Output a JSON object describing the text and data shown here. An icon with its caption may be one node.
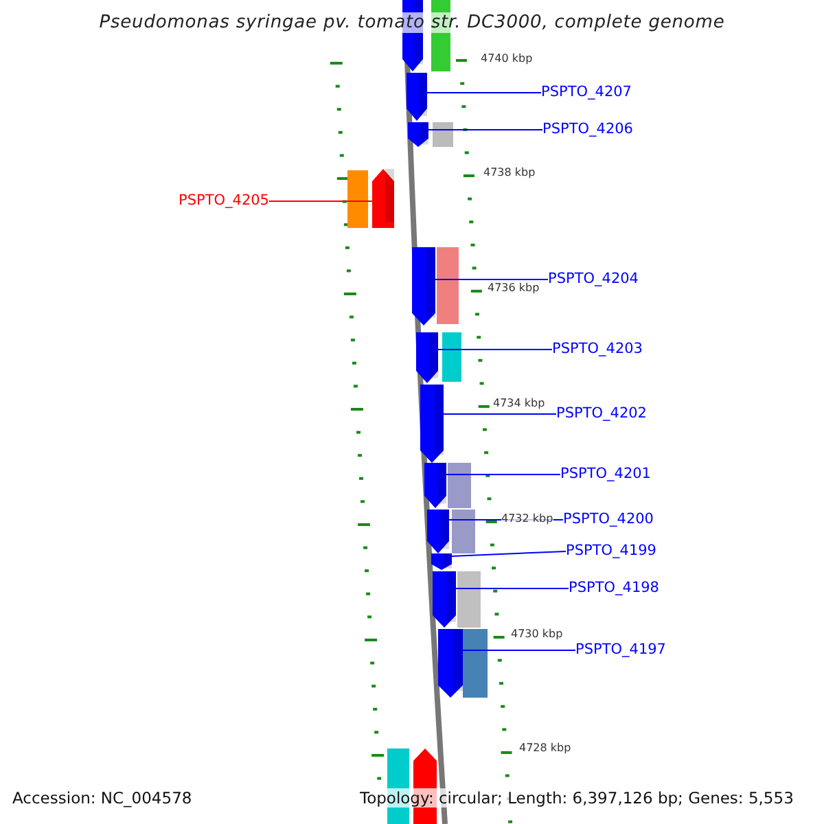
{
  "diagram": {
    "title": "Pseudomonas syringae pv. tomato str. DC3000, complete genome",
    "nodes": [
      {
        "text": [
          "PSPTO_4207"
        ]
      },
      {
        "text": [
          "PSPTO_4206"
        ]
      },
      {
        "text": [
          "PSPTO_4205"
        ]
      },
      {
        "text": [
          "PSPTO_4204"
        ]
      },
      {
        "text": [
          "PSPTO_4203"
        ]
      },
      {
        "text": [
          "PSPTO_4202"
        ]
      },
      {
        "text": [
          "PSPTO_4201"
        ]
      },
      {
        "text": [
          "PSPTO_4200"
        ]
      },
      {
        "text": [
          "PSPTO_4199"
        ]
      },
      {
        "text": [
          "PSPTO_4198"
        ]
      },
      {
        "text": [
          "PSPTO_4197"
        ]
      },
      {
        "text": [],
        "shape": "bar"
      },
      {
        "text": [],
        "shape": "bar"
      },
      {
        "text": [],
        "shape": "bar"
      },
      {
        "text": [],
        "shape": "bar"
      },
      {
        "text": [],
        "shape": "bar"
      },
      {
        "text": [],
        "shape": "bar"
      },
      {
        "text": [],
        "shape": "bar"
      },
      {
        "text": [],
        "shape": "bar"
      },
      {
        "text": [],
        "shape": "bar"
      },
      {
        "text": [],
        "shape": "bar"
      },
      {
        "text": [],
        "shape": "bar"
      },
      {
        "text": [],
        "shape": "bar"
      }
    ],
    "edges": [
      {
        "from": 0,
        "to": 12,
        "arrow": "none"
      },
      {
        "from": 1,
        "to": 13,
        "arrow": "none"
      },
      {
        "from": 2,
        "to": 14,
        "arrow": "none",
        "color": "#ff0000"
      },
      {
        "from": 3,
        "to": 15,
        "arrow": "none"
      },
      {
        "from": 4,
        "to": 16,
        "arrow": "none"
      },
      {
        "from": 5,
        "to": 17,
        "arrow": "none"
      },
      {
        "from": 6,
        "to": 18,
        "arrow": "none"
      },
      {
        "from": 7,
        "to": 19,
        "arrow": "none"
      },
      {
        "from": 8,
        "to": 20,
        "arrow": "none"
      },
      {
        "from": 9,
        "to": 21,
        "arrow": "none"
      },
      {
        "from": 10,
        "to": 22,
        "arrow": "none"
      }
    ],
    "labels": [
      "4740 kbp",
      "4738 kbp",
      "4736 kbp",
      "4734 kbp",
      "4732 kbp",
      "4730 kbp",
      "4728 kbp",
      "Accession: NC_004578",
      "Topology: circular; Length: 6,397,126 bp; Genes: 5,553"
    ]
  }
}
